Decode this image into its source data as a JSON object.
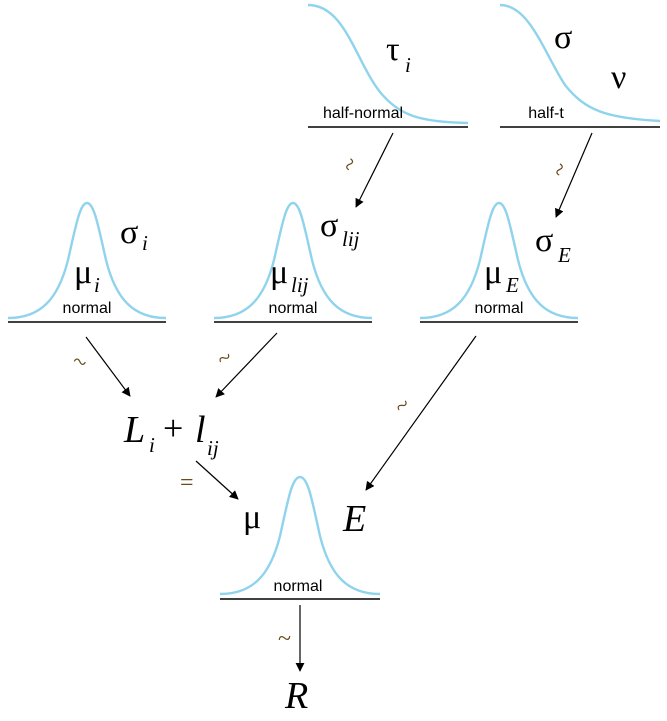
{
  "distributions": {
    "half_normal": {
      "label": "half-normal",
      "param": "τ",
      "param_sub": "i"
    },
    "half_t": {
      "label": "half-t",
      "param1": "σ",
      "param2": "ν"
    },
    "normal_i": {
      "label": "normal",
      "mean": "μ",
      "mean_sub": "i",
      "sd": "σ",
      "sd_sub": "i"
    },
    "normal_lij": {
      "label": "normal",
      "mean": "μ",
      "mean_sub": "lij",
      "sd": "σ",
      "sd_sub": "lij"
    },
    "normal_E": {
      "label": "normal",
      "mean": "μ",
      "mean_sub": "E",
      "sd": "σ",
      "sd_sub": "E"
    },
    "normal_bottom": {
      "label": "normal",
      "mean": "μ",
      "sd": "E"
    }
  },
  "expression": {
    "L": "L",
    "L_sub": "i",
    "plus": "+",
    "l": "l",
    "l_sub": "ij"
  },
  "result": "R",
  "relations": {
    "tilde": "~",
    "equals": "="
  }
}
